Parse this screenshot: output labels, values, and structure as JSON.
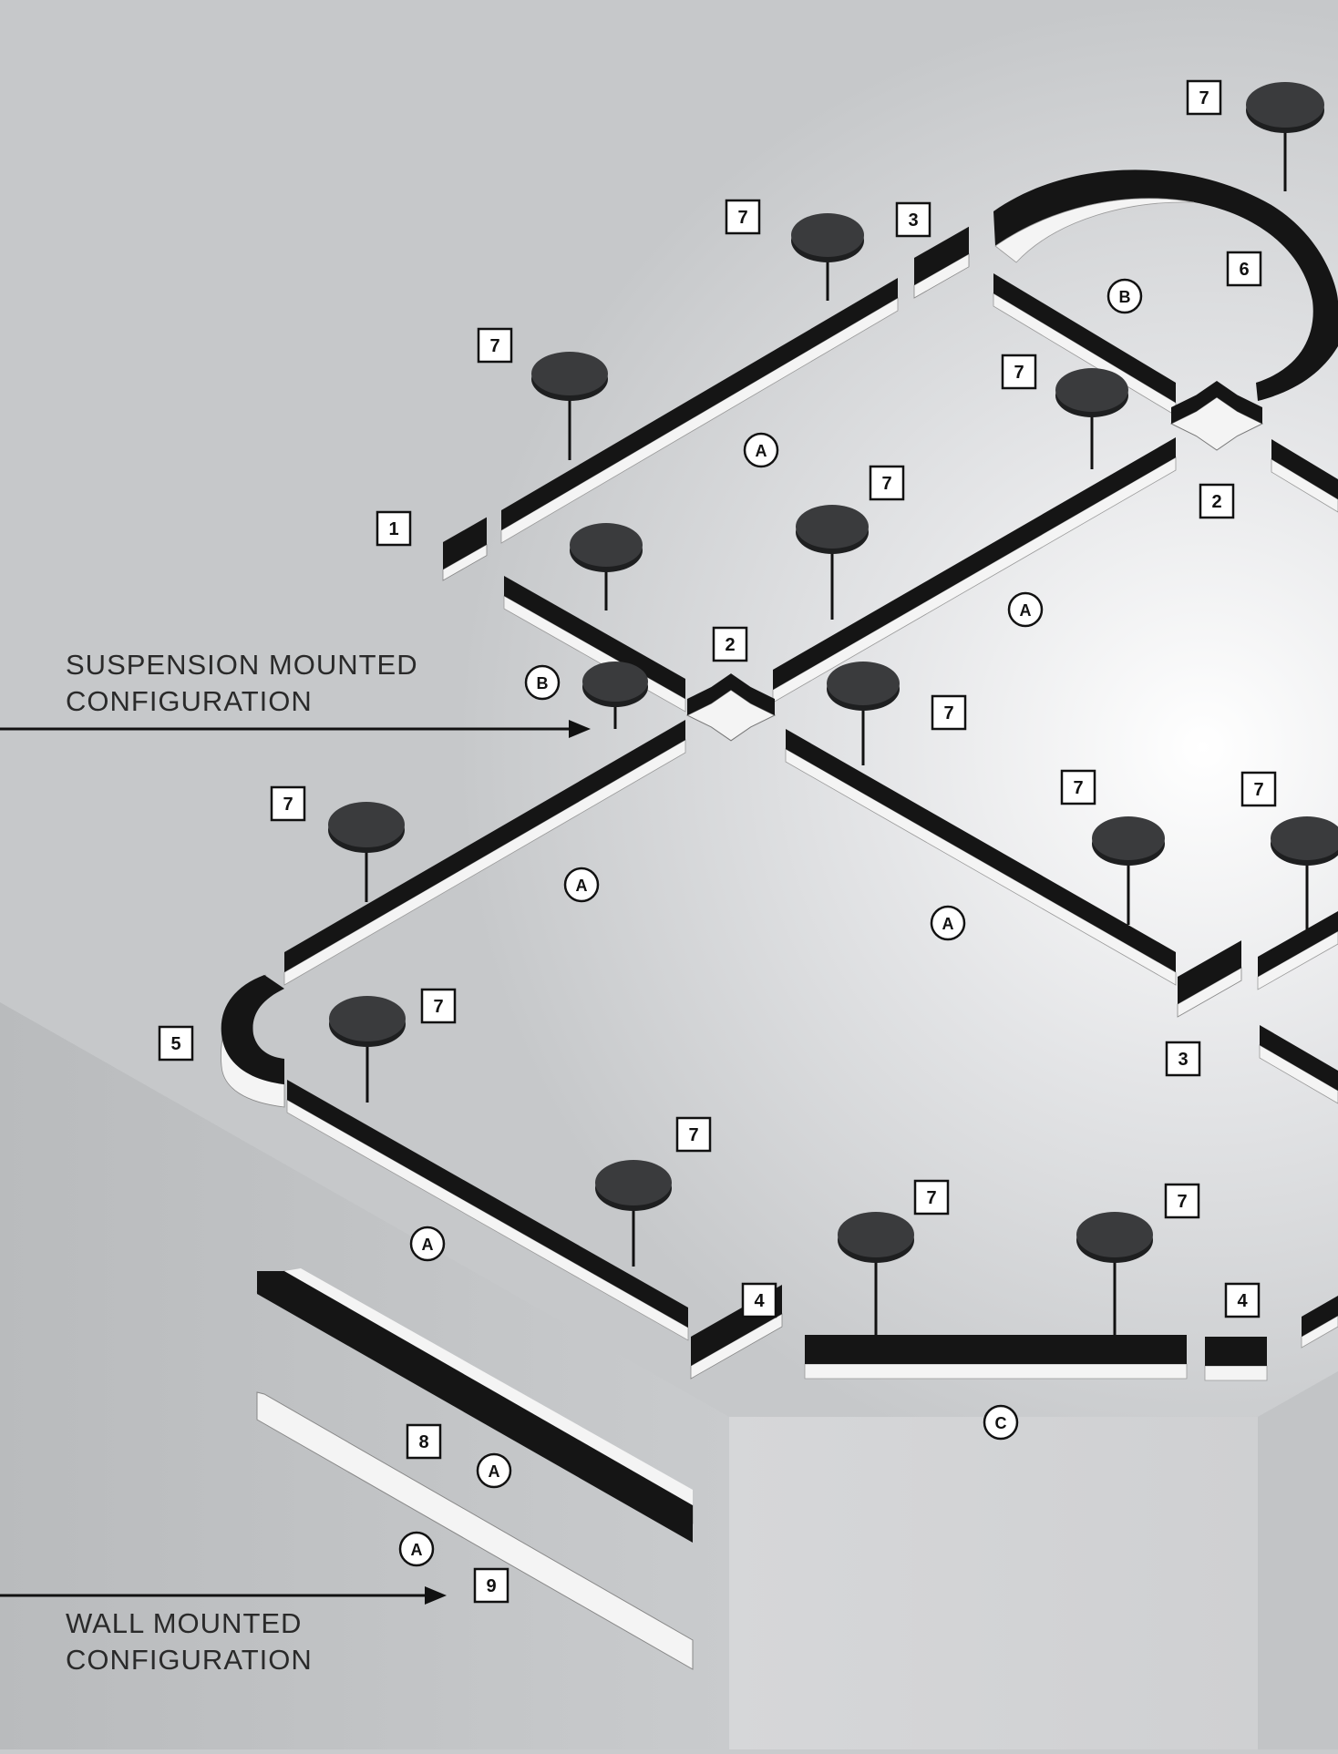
{
  "captions": {
    "suspension": [
      "SUSPENSION MOUNTED",
      "CONFIGURATION"
    ],
    "wall": [
      "WALL MOUNTED",
      "CONFIGURATION"
    ]
  },
  "labels": {
    "one": "1",
    "two": "2",
    "three": "3",
    "four": "4",
    "five": "5",
    "six": "6",
    "seven": "7",
    "eight": "8",
    "nine": "9",
    "a": "A",
    "b": "B",
    "c": "C"
  },
  "colors": {
    "fixture": "#151515",
    "lens": "#f4f4f4",
    "canopy": "#3a3b3d",
    "background": "#c9cbcd"
  }
}
